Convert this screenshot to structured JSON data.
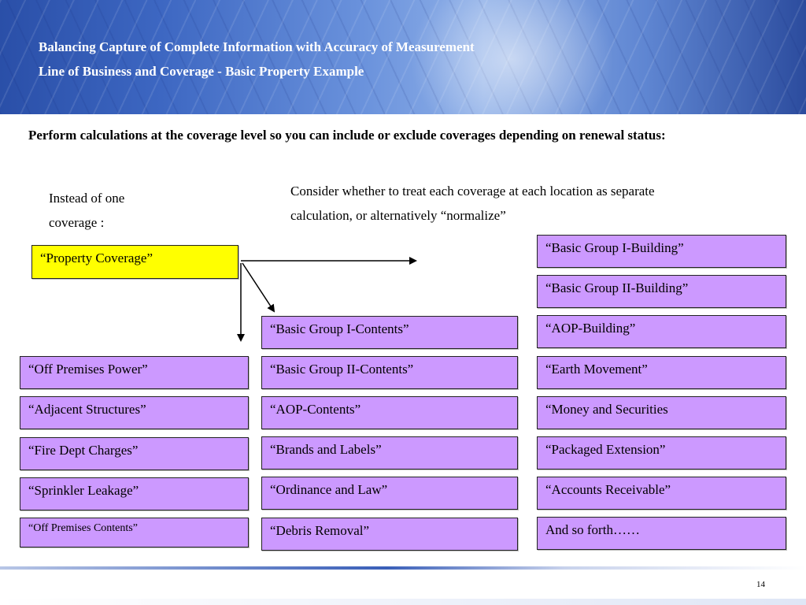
{
  "header": {
    "title_line1": "Balancing Capture of Complete Information with Accuracy of Measurement",
    "title_line2": "Line of Business and Coverage - Basic Property Example"
  },
  "intro": "Perform calculations at the coverage level so you can include or exclude coverages depending on renewal status:",
  "note_left": "Instead of one coverage :",
  "note_right": "Consider whether to treat each coverage at each location as separate calculation, or alternatively “normalize”",
  "source_box": "“Property Coverage”",
  "left_column": [
    "“Off Premises Power”",
    "“Adjacent Structures”",
    "“Fire Dept Charges”",
    "“Sprinkler Leakage”",
    "“Off Premises Contents”"
  ],
  "middle_column": [
    "“Basic Group I-Contents”",
    "“Basic Group II-Contents”",
    "“AOP-Contents”",
    "“Brands and Labels”",
    "“Ordinance and Law”",
    "“Debris Removal”"
  ],
  "right_column": [
    "“Basic Group I-Building”",
    "“Basic Group II-Building”",
    "“AOP-Building”",
    "“Earth Movement”",
    "“Money and Securities",
    "“Packaged Extension”",
    "“Accounts Receivable”",
    "And so forth……"
  ],
  "page_number": "14",
  "colors": {
    "box_fill": "#cc99ff",
    "source_fill": "#ffff00",
    "header_blue": "#3d67c2"
  }
}
